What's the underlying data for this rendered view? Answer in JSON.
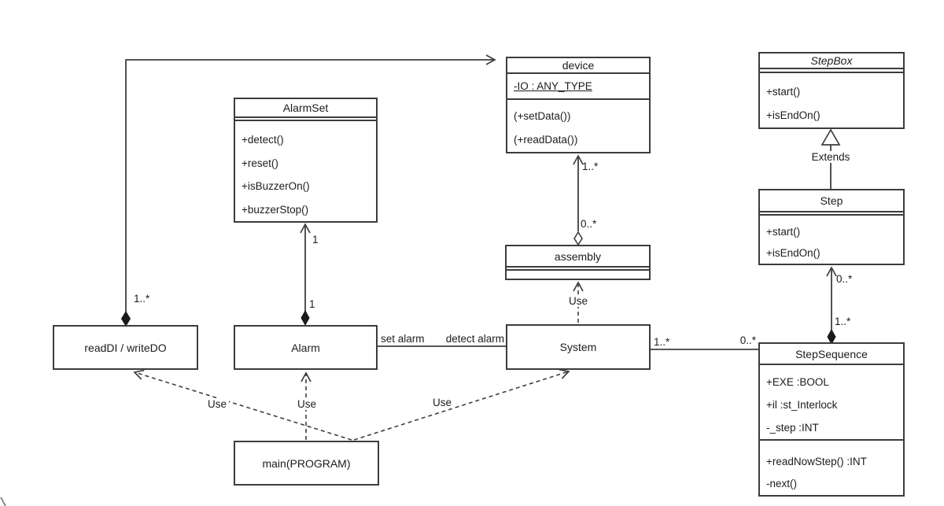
{
  "diagram": {
    "kind": "uml-class-diagram",
    "colors": {
      "background": "#ffffff",
      "line": "#3f3f3f",
      "text": "#1c1c1c"
    },
    "classes": {
      "device": {
        "title": "device",
        "attributes": [
          "-IO : ANY_TYPE"
        ],
        "operations": [
          "(+setData())",
          "(+readData())"
        ]
      },
      "alarmSet": {
        "title": "AlarmSet",
        "operations": [
          "+detect()",
          "+reset()",
          "+isBuzzerOn()",
          "+buzzerStop()"
        ]
      },
      "stepBox": {
        "title": "StepBox",
        "abstract": true,
        "operations": [
          "+start()",
          "+isEndOn()"
        ]
      },
      "step": {
        "title": "Step",
        "operations": [
          "+start()",
          "+isEndOn()"
        ]
      },
      "assembly": {
        "title": "assembly"
      },
      "readDiWriteDo": {
        "title": "readDI / writeDO"
      },
      "alarm": {
        "title": "Alarm"
      },
      "system": {
        "title": "System"
      },
      "stepSequence": {
        "title": "StepSequence",
        "attributes": [
          "+EXE :BOOL",
          "+il :st_Interlock",
          "-_step :INT"
        ],
        "operations": [
          "+readNowStep() :INT",
          "-next()"
        ]
      },
      "mainProgram": {
        "title": "main(PROGRAM)"
      }
    },
    "labels": {
      "extends": "Extends",
      "set_alarm": "set alarm",
      "detect_alarm": "detect alarm",
      "use_readdi": "Use",
      "use_alarm": "Use",
      "use_system": "Use",
      "use_assembly": "Use",
      "mult_readdi_device": "1..*",
      "mult_alarmset": "1",
      "mult_alarm": "1",
      "mult_device": "1..*",
      "mult_assembly": "0..*",
      "mult_step": "0..*",
      "mult_stepseq_composition": "1..*",
      "mult_system": "1..*",
      "mult_stepseq_association": "0..*"
    }
  }
}
